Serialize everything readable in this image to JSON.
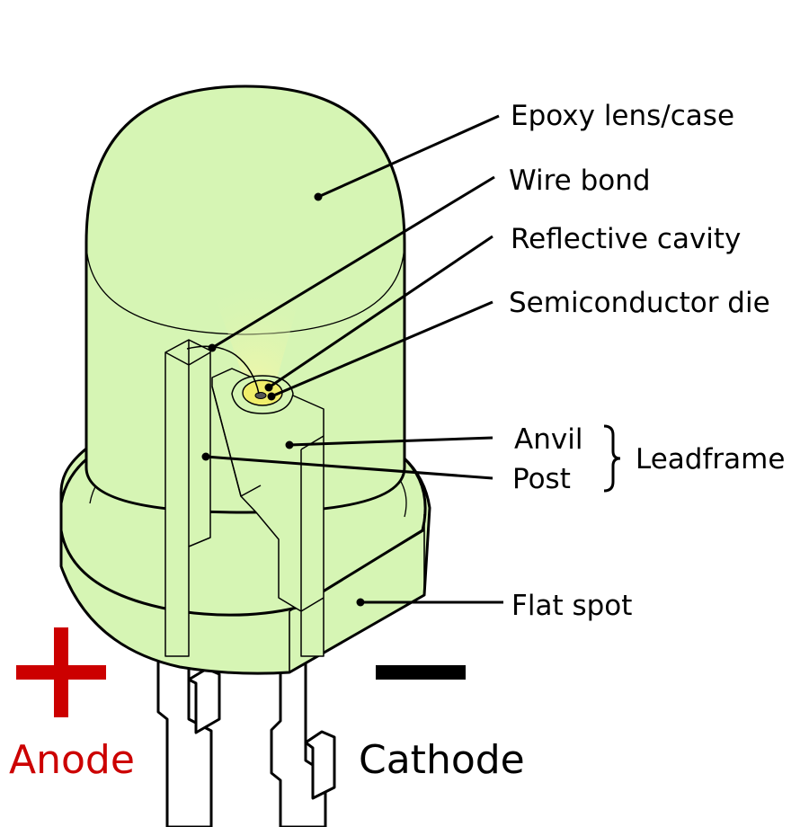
{
  "labels": {
    "epoxy": "Epoxy lens/case",
    "wire_bond": "Wire bond",
    "reflective_cavity": "Reflective cavity",
    "semiconductor_die": "Semiconductor die",
    "anvil": "Anvil",
    "post": "Post",
    "leadframe": "Leadframe",
    "flat_spot": "Flat spot",
    "anode": "Anode",
    "cathode": "Cathode"
  },
  "colors": {
    "epoxy_fill": "#d6f5b4",
    "glow": "#f4f7b0",
    "die": "#f0ee6a",
    "anode": "#cc0000",
    "cathode": "#000000",
    "outline": "#000000"
  }
}
